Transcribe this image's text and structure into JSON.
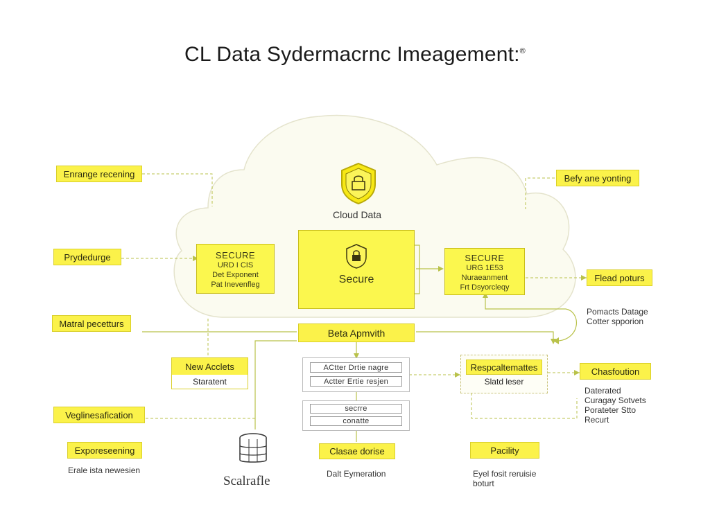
{
  "title": "CL Data Sydermacrnc Imeagement:",
  "title_mark": "®",
  "cloud": {
    "label": "Cloud Data",
    "shield_icon": "shield-lock-icon"
  },
  "center_box": {
    "label": "Secure",
    "icon": "shield-lock-icon"
  },
  "left_secure": {
    "title": "SECURE",
    "line1": "URD I CIS",
    "line2": "Det Exponent",
    "line3": "Pat Inevenfleg"
  },
  "right_secure": {
    "title": "SECURE",
    "line1": "URG 1E53",
    "line2": "Nuraeanment",
    "line3": "Frt Dsyorcleqy"
  },
  "left_labels": [
    "Enrange recening",
    "Prydedurge",
    "Matral pecetturs",
    "Veglinesafication",
    "Exporeseening"
  ],
  "left_note": "Erale ista newesien",
  "right_labels": [
    "Befy ane yonting",
    "Flead poturs",
    "Chasfoution",
    "Pacility"
  ],
  "right_notes": {
    "pomacts": [
      "Pomacts Datage",
      "Cotter spporion"
    ],
    "datarated": [
      "Daterated",
      "Curagay Sotvets",
      "Porateter Stto",
      "Recurt"
    ],
    "eyel": [
      "Eyel fosit reruisie",
      "boturt"
    ]
  },
  "center_bar": "Beta Apmvith",
  "new_access": {
    "title": "New Acclets",
    "sub": "Staratent"
  },
  "resp_box": {
    "title": "Respcaltemattes",
    "sub": "Slatd leser"
  },
  "stack_rows_1": [
    "ACtter Drtie nagre",
    "Actter Ertie resjen"
  ],
  "stack_rows_2": [
    "secrre",
    "conatte"
  ],
  "scalable": {
    "label": "Scalrafle",
    "icon": "database-icon"
  },
  "classe_box": "Clasae dorise",
  "classe_note": "Dalt Eymeration",
  "colors": {
    "accent": "#fbf24a",
    "wire": "#b9c24a",
    "cloud_fill": "#fbfbf0"
  }
}
